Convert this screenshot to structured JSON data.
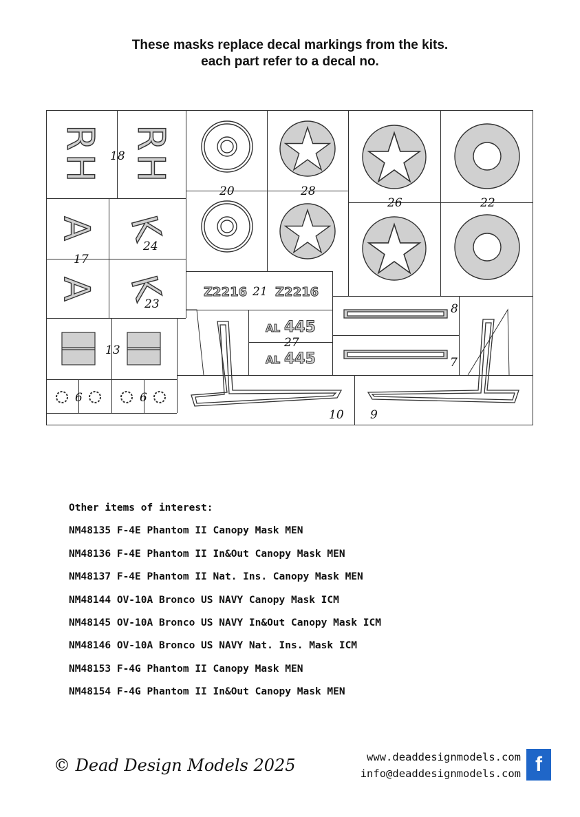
{
  "header": {
    "line1": "These masks replace decal markings from the kits.",
    "line2": "each part refer to a decal no."
  },
  "sheet": {
    "part_numbers": {
      "n18": "18",
      "n17": "17",
      "n24": "24",
      "n23": "23",
      "n13": "13",
      "n6a": "6",
      "n6b": "6",
      "n20": "20",
      "n28": "28",
      "n26": "26",
      "n22": "22",
      "n21": "21",
      "n27": "27",
      "n8": "8",
      "n7": "7",
      "n10": "10",
      "n9": "9"
    },
    "letters": {
      "r": "R",
      "h": "H",
      "a": "A",
      "k": "K"
    },
    "serials": {
      "z": "Z2216",
      "al_prefix": "AL",
      "al_number": "445"
    },
    "colors": {
      "mask_fill": "#d0d0d0",
      "line": "#333333"
    }
  },
  "other_items": {
    "heading": "Other items of interest:",
    "items": [
      "NM48135 F-4E Phantom II Canopy Mask MEN",
      "NM48136 F-4E Phantom II In&Out Canopy Mask MEN",
      "NM48137 F-4E Phantom II Nat. Ins. Canopy Mask MEN",
      "NM48144 OV-10A Bronco US NAVY Canopy Mask ICM",
      "NM48145 OV-10A Bronco US NAVY In&Out Canopy Mask ICM",
      "NM48146 OV-10A Bronco US NAVY Nat. Ins. Mask ICM",
      "NM48153 F-4G Phantom II Canopy Mask MEN",
      "NM48154 F-4G Phantom II In&Out Canopy Mask MEN"
    ]
  },
  "footer": {
    "copyright": "© Dead Design Models 2025",
    "website": "www.deaddesignmodels.com",
    "email": "info@deaddesignmodels.com",
    "facebook_glyph": "f",
    "facebook_color": "#1f66c8",
    "icon": "facebook-icon"
  }
}
